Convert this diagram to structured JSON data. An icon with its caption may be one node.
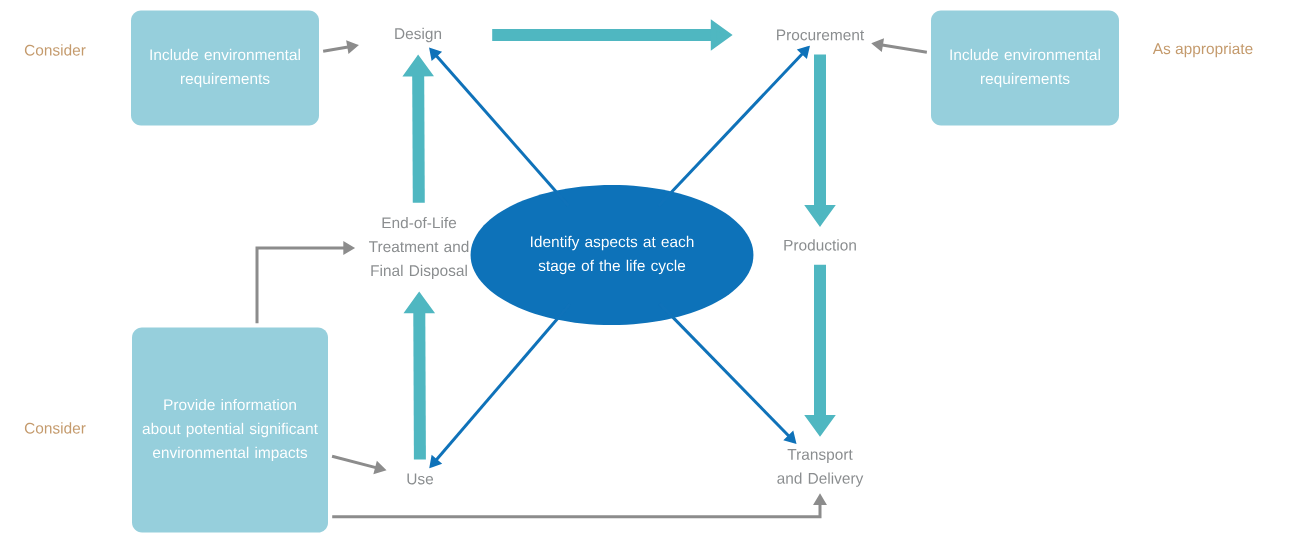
{
  "diagram": {
    "nodes": [
      {
        "text": [
          "Design"
        ]
      },
      {
        "text": [
          "Procurement"
        ]
      },
      {
        "text": [
          "Production"
        ]
      },
      {
        "text": [
          "Transport and Delivery"
        ]
      },
      {
        "text": [
          "Use"
        ]
      },
      {
        "text": [
          "End-of-Life Treatment and Final Disposal"
        ]
      },
      {
        "text": [
          "Identify aspects at each stage of the life cycle"
        ]
      },
      {
        "text": [
          "Include environmental requirements"
        ],
        "beside": [
          "Consider"
        ]
      },
      {
        "text": [
          "Include environmental requirements"
        ],
        "beside": [
          "As appropriate"
        ]
      },
      {
        "text": [
          "Provide information about potential significant environmental impacts"
        ],
        "beside": [
          "Consider"
        ]
      }
    ],
    "edges": [
      {
        "from": 0,
        "to": 1,
        "arrow": "to",
        "style": "thick",
        "color": "#4fb7c1"
      },
      {
        "from": 1,
        "to": 2,
        "arrow": "to",
        "style": "thick",
        "color": "#4fb7c1"
      },
      {
        "from": 2,
        "to": 3,
        "arrow": "to",
        "style": "thick",
        "color": "#4fb7c1"
      },
      {
        "from": 4,
        "to": 5,
        "arrow": "to",
        "style": "thick",
        "color": "#4fb7c1"
      },
      {
        "from": 5,
        "to": 0,
        "arrow": "to",
        "style": "thick",
        "color": "#4fb7c1"
      },
      {
        "from": 6,
        "to": 0,
        "arrow": "to",
        "color": "#0f72b9"
      },
      {
        "from": 6,
        "to": 1,
        "arrow": "to",
        "color": "#0f72b9"
      },
      {
        "from": 6,
        "to": 4,
        "arrow": "to",
        "color": "#0f72b9"
      },
      {
        "from": 6,
        "to": 3,
        "arrow": "to",
        "color": "#0f72b9"
      },
      {
        "from": 7,
        "to": 0,
        "arrow": "to"
      },
      {
        "from": 8,
        "to": 1,
        "arrow": "to"
      },
      {
        "from": 9,
        "to": 5,
        "arrow": "to"
      },
      {
        "from": 9,
        "to": 4,
        "arrow": "to"
      },
      {
        "from": 9,
        "to": 3,
        "arrow": "to"
      }
    ]
  }
}
